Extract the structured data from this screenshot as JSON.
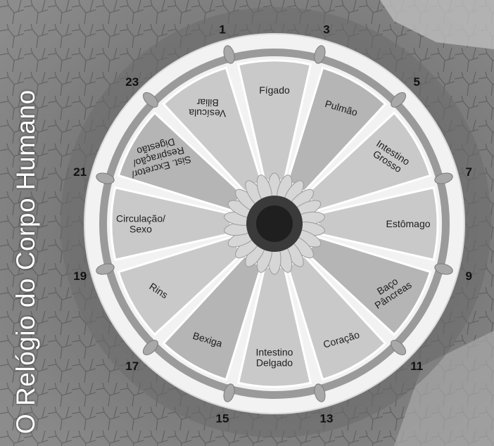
{
  "title": "O Relógio do Corpo Humano",
  "clock": {
    "hours": [
      "1",
      "3",
      "5",
      "7",
      "9",
      "11",
      "13",
      "15",
      "17",
      "19",
      "21",
      "23"
    ],
    "organs": [
      {
        "lines": [
          "Fígado"
        ]
      },
      {
        "lines": [
          "Pulmão"
        ]
      },
      {
        "lines": [
          "Intestino",
          "Grosso"
        ]
      },
      {
        "lines": [
          "Estômago"
        ]
      },
      {
        "lines": [
          "Baço",
          "Pâncreas"
        ]
      },
      {
        "lines": [
          "Coração"
        ]
      },
      {
        "lines": [
          "Intestino",
          "Delgado"
        ]
      },
      {
        "lines": [
          "Bexiga"
        ]
      },
      {
        "lines": [
          "Rins"
        ]
      },
      {
        "lines": [
          "Circulação/",
          "Sexo"
        ]
      },
      {
        "lines": [
          "Sist. Excretor/",
          "Respiração/",
          "Digestão"
        ]
      },
      {
        "lines": [
          "Vesícula",
          "Biliar"
        ]
      }
    ]
  },
  "colors": {
    "ring": "#f2f2f2",
    "track": "#9a9a9a",
    "segment": "#c9c9c9",
    "divider": "#ffffff",
    "leaf": "#a8a8a8"
  }
}
